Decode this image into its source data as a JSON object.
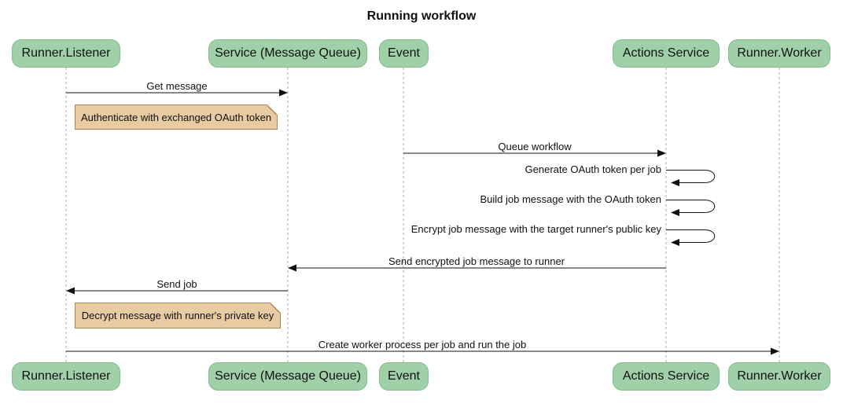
{
  "title": "Running workflow",
  "diagram_type": "sequence-diagram",
  "participants": [
    {
      "id": "runner-listener",
      "label": "Runner.Listener"
    },
    {
      "id": "service-message-queue",
      "label": "Service (Message Queue)"
    },
    {
      "id": "event",
      "label": "Event"
    },
    {
      "id": "actions-service",
      "label": "Actions Service"
    },
    {
      "id": "runner-worker",
      "label": "Runner.Worker"
    }
  ],
  "messages": [
    {
      "text": "Get message",
      "from": "Runner.Listener",
      "to": "Service (Message Queue)",
      "type": "solid-arrow"
    },
    {
      "text": "Queue workflow",
      "from": "Event",
      "to": "Actions Service",
      "type": "solid-arrow"
    },
    {
      "text": "Generate OAuth token per job",
      "from": "Actions Service",
      "to": "Actions Service",
      "type": "self-arrow"
    },
    {
      "text": "Build job message with the OAuth token",
      "from": "Actions Service",
      "to": "Actions Service",
      "type": "self-arrow"
    },
    {
      "text": "Encrypt job message with the target runner's public key",
      "from": "Actions Service",
      "to": "Actions Service",
      "type": "self-arrow"
    },
    {
      "text": "Send encrypted job message to runner",
      "from": "Actions Service",
      "to": "Service (Message Queue)",
      "type": "solid-arrow"
    },
    {
      "text": "Send job",
      "from": "Service (Message Queue)",
      "to": "Runner.Listener",
      "type": "solid-arrow"
    },
    {
      "text": "Create worker process per job and run the job",
      "from": "Runner.Listener",
      "to": "Runner.Worker",
      "type": "solid-arrow"
    }
  ],
  "notes": [
    {
      "text": "Authenticate with exchanged OAuth token",
      "anchor": "right of Runner.Listener"
    },
    {
      "text": "Decrypt message with runner's private key",
      "anchor": "right of Runner.Listener"
    }
  ],
  "colors": {
    "actor_fill": "#9FD0A7",
    "actor_border": "#84BB8D",
    "note_fill": "#E9CBA3",
    "note_border": "#AA8553",
    "lifeline": "#ABABAB",
    "line": "#111111",
    "text": "#111111",
    "background": "#FFFFFF"
  }
}
